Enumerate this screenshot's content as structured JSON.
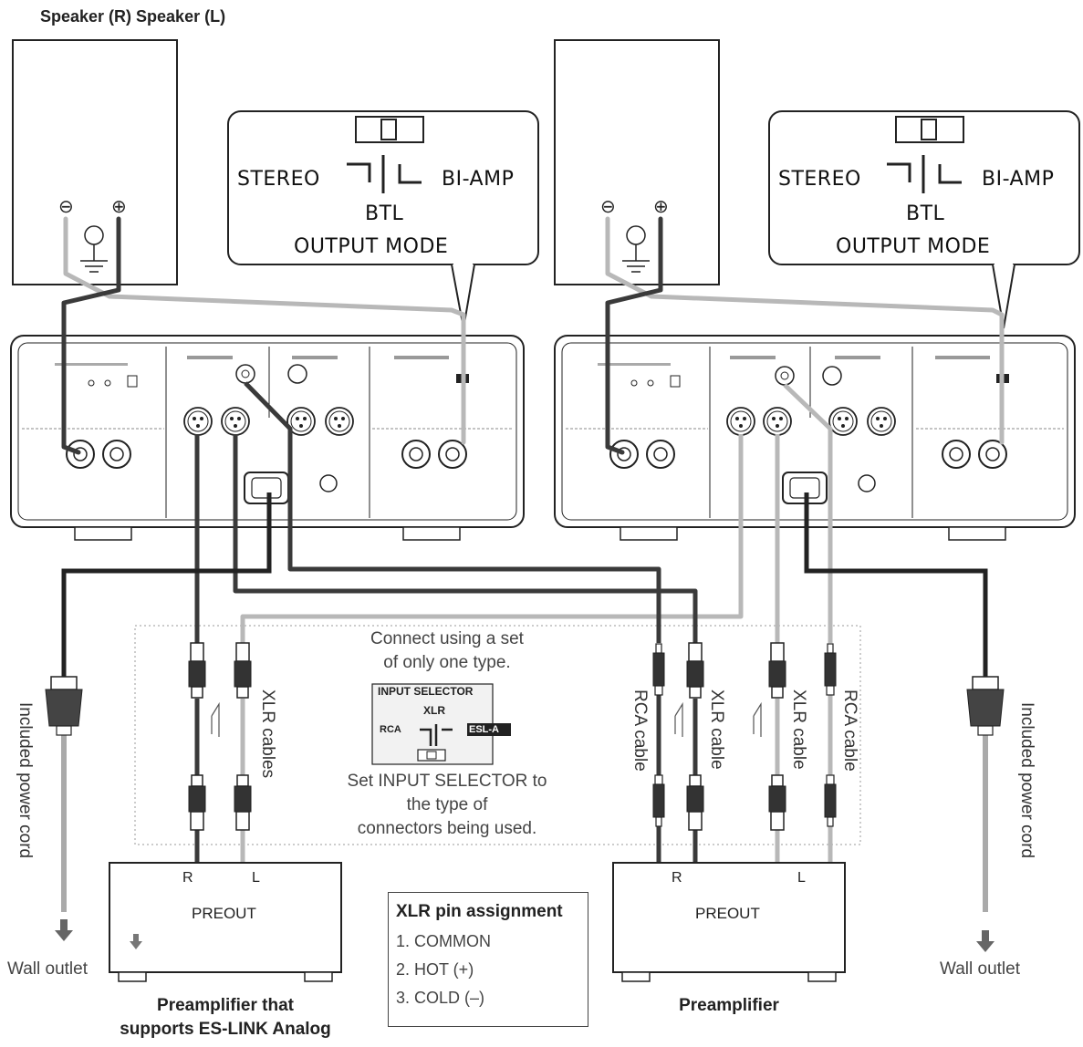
{
  "header": {
    "speakers_label": "Speaker (R) Speaker (L)"
  },
  "callouts": [
    {
      "stereo": "STEREO",
      "biamp": "BI-AMP",
      "btl": "BTL",
      "output_mode": "OUTPUT MODE"
    },
    {
      "stereo": "STEREO",
      "biamp": "BI-AMP",
      "btl": "BTL",
      "output_mode": "OUTPUT MODE"
    }
  ],
  "speaker_terminals": {
    "minus": "⊖",
    "plus": "⊕"
  },
  "connect_note": {
    "line1": "Connect using a set",
    "line2": "of only one type."
  },
  "input_selector_panel": {
    "title": "INPUT SELECTOR",
    "xlr": "XLR",
    "rca": "RCA",
    "esl": "ESL-A"
  },
  "selector_note": {
    "line1": "Set INPUT SELECTOR to",
    "line2": "the type of",
    "line3": "connectors being used."
  },
  "cables": {
    "xlr_cables": "XLR cables",
    "rca_cable": "RCA cable",
    "xlr_cable": "XLR cable"
  },
  "power": {
    "cord_label": "Included power cord",
    "wall_outlet": "Wall outlet"
  },
  "preamps": [
    {
      "r": "R",
      "l": "L",
      "preout": "PREOUT",
      "caption_line1": "Preamplifier that",
      "caption_line2": "supports ES-LINK Analog"
    },
    {
      "r": "R",
      "l": "L",
      "preout": "PREOUT",
      "caption_line1": "Preamplifier",
      "caption_line2": ""
    }
  ],
  "pin_assignment": {
    "title": "XLR pin assignment",
    "items": [
      "1. COMMON",
      "2. HOT (+)",
      "3. COLD (–)"
    ]
  },
  "colors": {
    "line": "#222222",
    "dark_cable": "#3a3a3a",
    "light_cable": "#b8b8b8",
    "dotted_area": "#bbbbbb"
  }
}
